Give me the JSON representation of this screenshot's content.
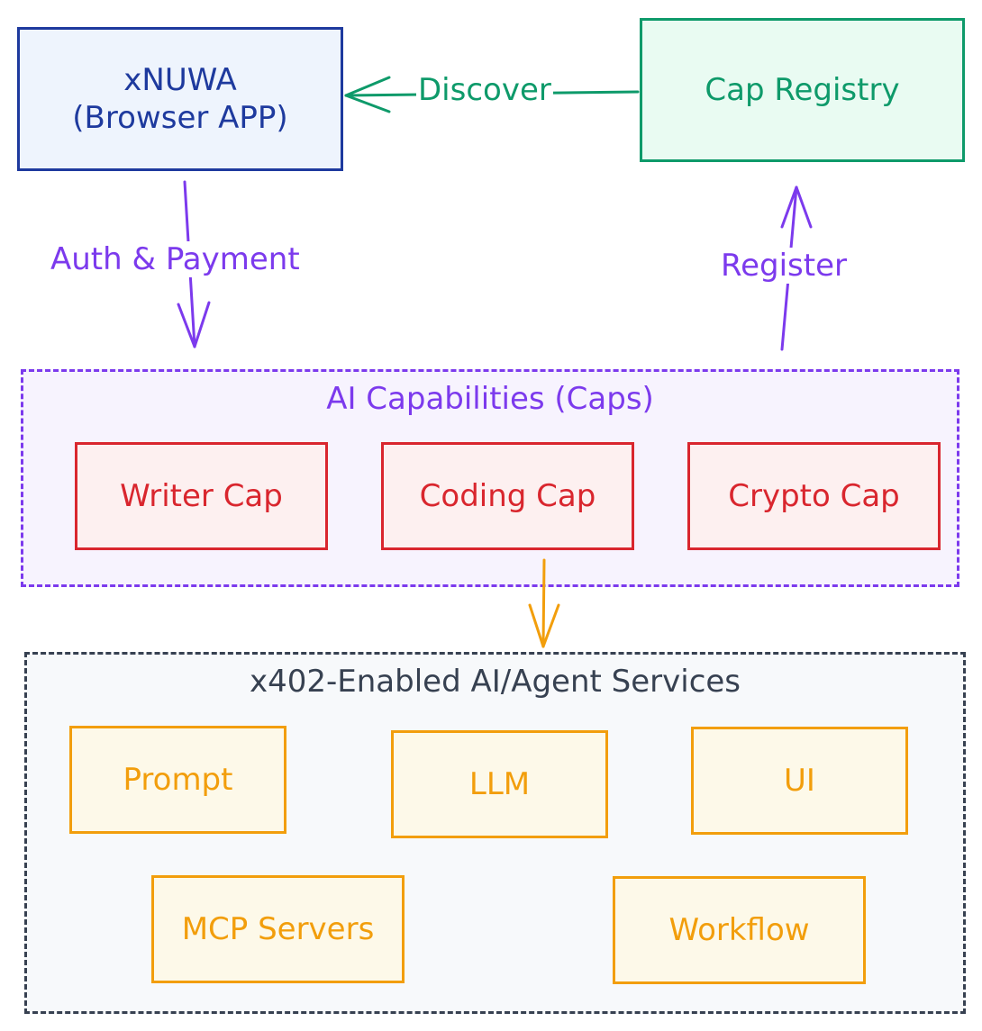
{
  "nodes": {
    "xnuwa": {
      "line1": "xNUWA",
      "line2": "(Browser APP)"
    },
    "registry": {
      "label": "Cap Registry"
    }
  },
  "groups": {
    "caps": {
      "title": "AI Capabilities (Caps)",
      "items": [
        "Writer Cap",
        "Coding Cap",
        "Crypto Cap"
      ]
    },
    "services": {
      "title": "x402-Enabled AI/Agent Services",
      "items": [
        "Prompt",
        "LLM",
        "UI",
        "MCP Servers",
        "Workflow"
      ]
    }
  },
  "edges": {
    "discover": "Discover",
    "auth": "Auth & Payment",
    "register": "Register"
  },
  "colors": {
    "blue": "#1e3a9e",
    "blue_fill": "#eef4fd",
    "green": "#0e9a6a",
    "green_fill": "#e9fbf2",
    "purple": "#7c3aed",
    "purple_fill": "#f7f3fe",
    "red": "#d9262e",
    "red_fill": "#fdf0f0",
    "slate": "#374151",
    "slate_fill": "#f7f9fb",
    "orange": "#f29e0c",
    "orange_fill": "#fdf9e9"
  }
}
